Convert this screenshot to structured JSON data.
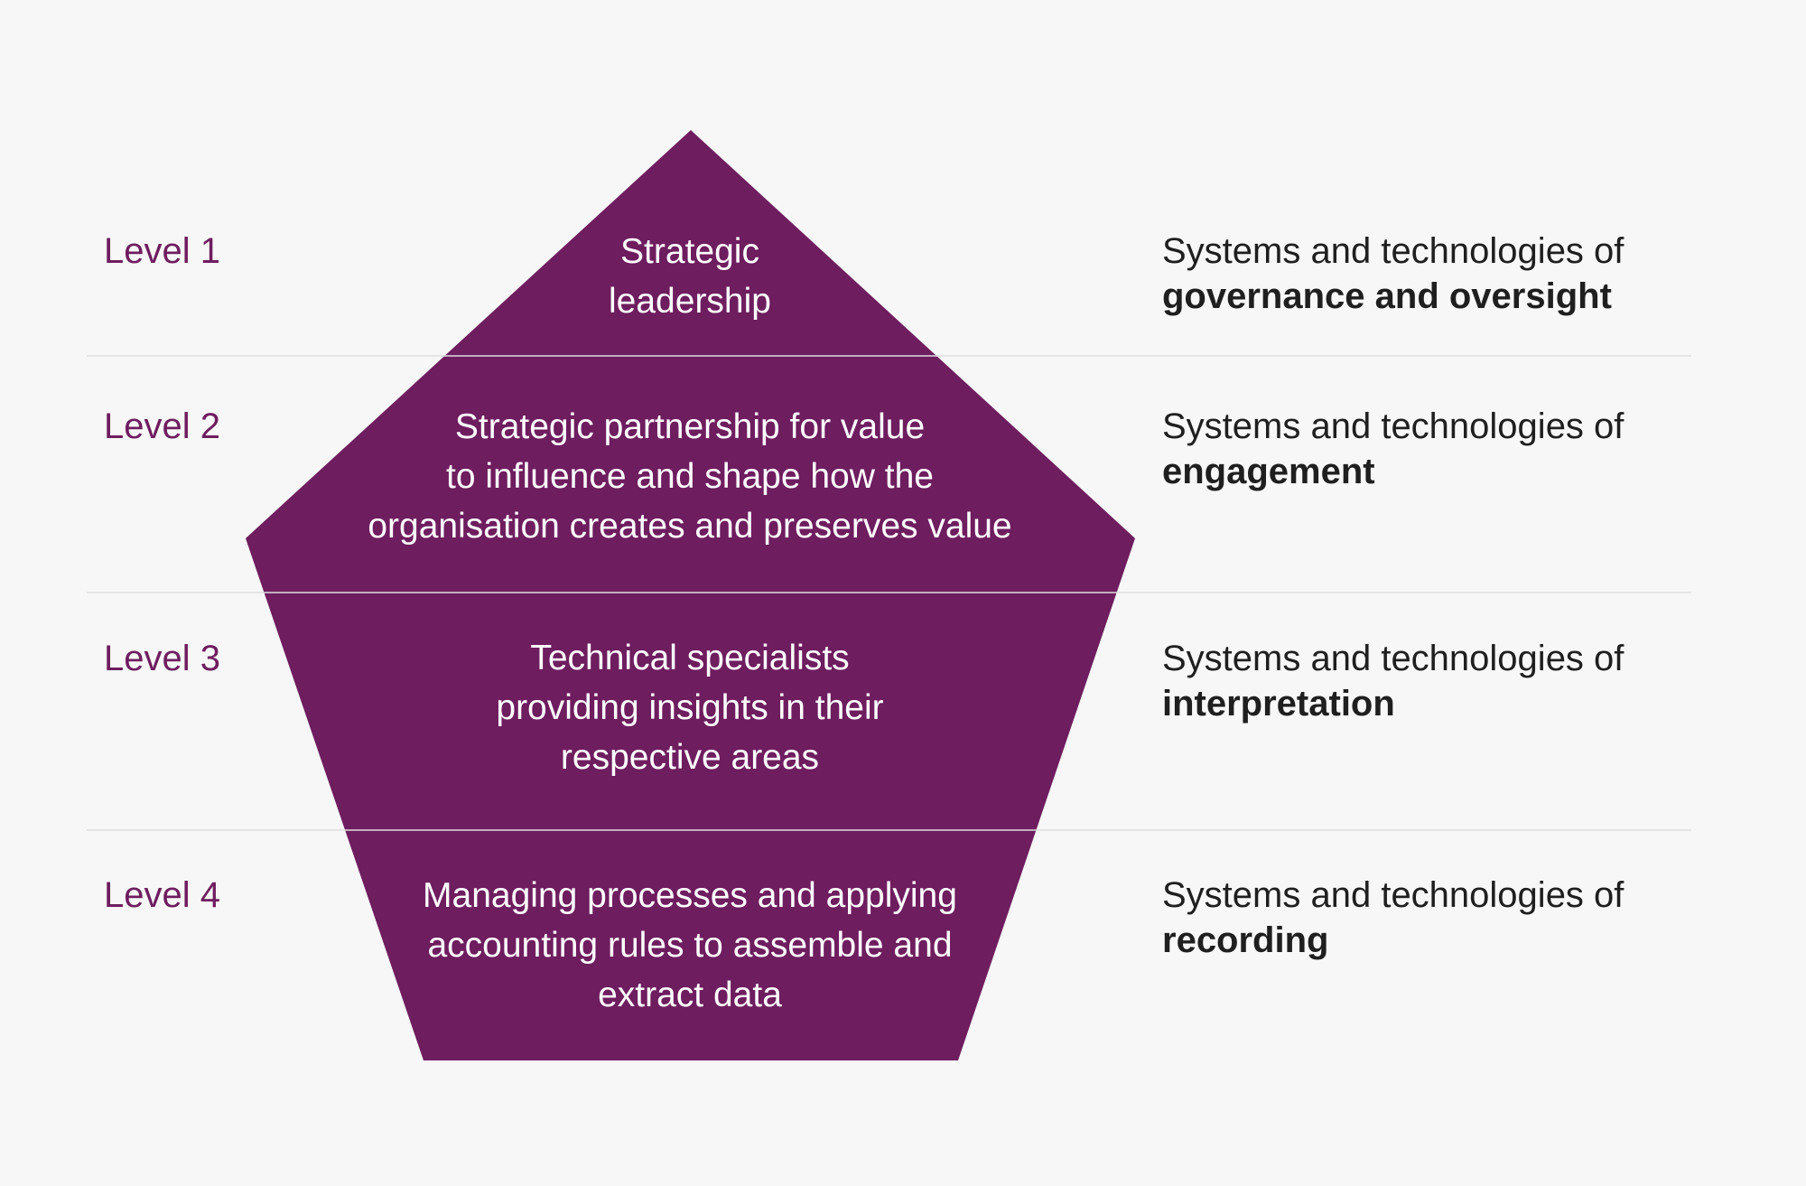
{
  "colors": {
    "background": "#f7f7f7",
    "pentagon_fill": "#6e1d5f",
    "level_label": "#6e1d5f",
    "body_text": "#1f1f1f",
    "divider": "#dddddd",
    "band_text": "#ffffff"
  },
  "levels": [
    {
      "label": "Level 1",
      "text": [
        "Strategic",
        "leadership"
      ],
      "system_prefix": "Systems and technologies of",
      "system_focus": "governance and oversight"
    },
    {
      "label": "Level 2",
      "text": [
        "Strategic partnership for value",
        "to influence and shape how the",
        "organisation creates and preserves value"
      ],
      "system_prefix": "Systems and technologies of",
      "system_focus": "engagement"
    },
    {
      "label": "Level 3",
      "text": [
        "Technical specialists",
        "providing insights in their",
        "respective areas"
      ],
      "system_prefix": "Systems and technologies of",
      "system_focus": "interpretation"
    },
    {
      "label": "Level 4",
      "text": [
        "Managing processes and applying",
        "accounting rules to assemble and",
        "extract data"
      ],
      "system_prefix": "Systems and technologies of",
      "system_focus": "recording"
    }
  ]
}
